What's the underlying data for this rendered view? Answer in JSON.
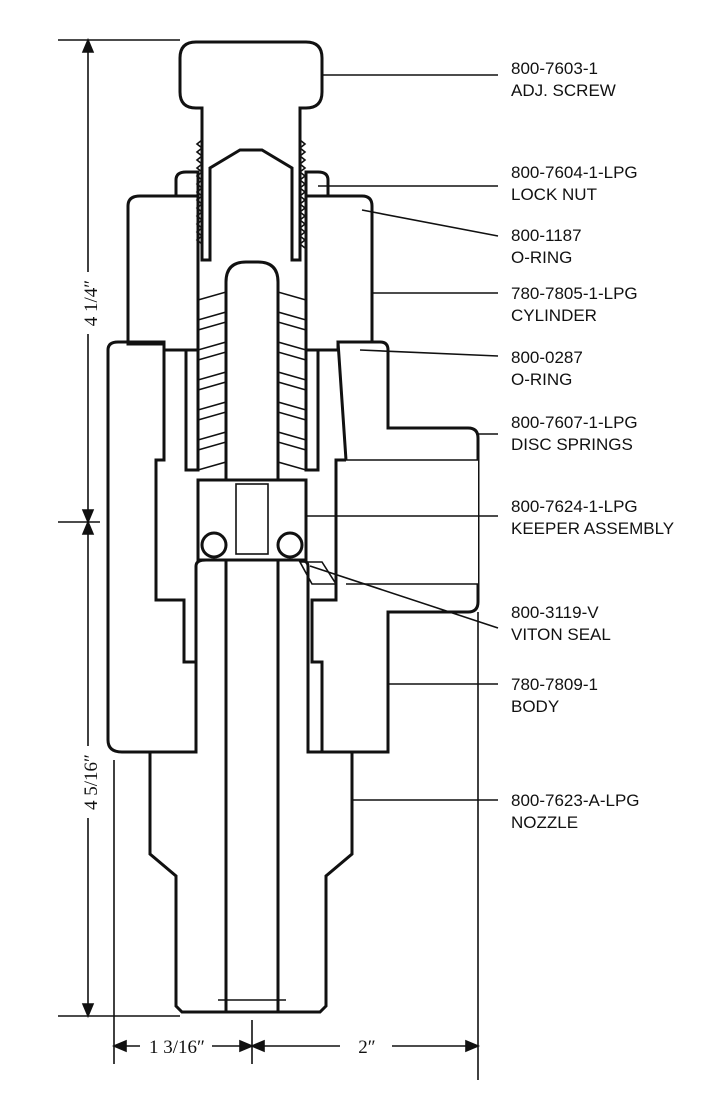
{
  "parts": [
    {
      "code": "800-7603-1",
      "name": "ADJ. SCREW"
    },
    {
      "code": "800-7604-1-LPG",
      "name": "LOCK NUT"
    },
    {
      "code": "800-1187",
      "name": "O-RING"
    },
    {
      "code": "780-7805-1-LPG",
      "name": "CYLINDER"
    },
    {
      "code": "800-0287",
      "name": "O-RING"
    },
    {
      "code": "800-7607-1-LPG",
      "name": "DISC SPRINGS"
    },
    {
      "code": "800-7624-1-LPG",
      "name": "KEEPER ASSEMBLY"
    },
    {
      "code": "800-3119-V",
      "name": "VITON SEAL"
    },
    {
      "code": "780-7809-1",
      "name": "BODY"
    },
    {
      "code": "800-7623-A-LPG",
      "name": "NOZZLE"
    }
  ],
  "dimensions": {
    "upper_height": "4 1/4″",
    "lower_height": "4 5/16″",
    "left_width": "1 3/16″",
    "right_width": "2″"
  }
}
